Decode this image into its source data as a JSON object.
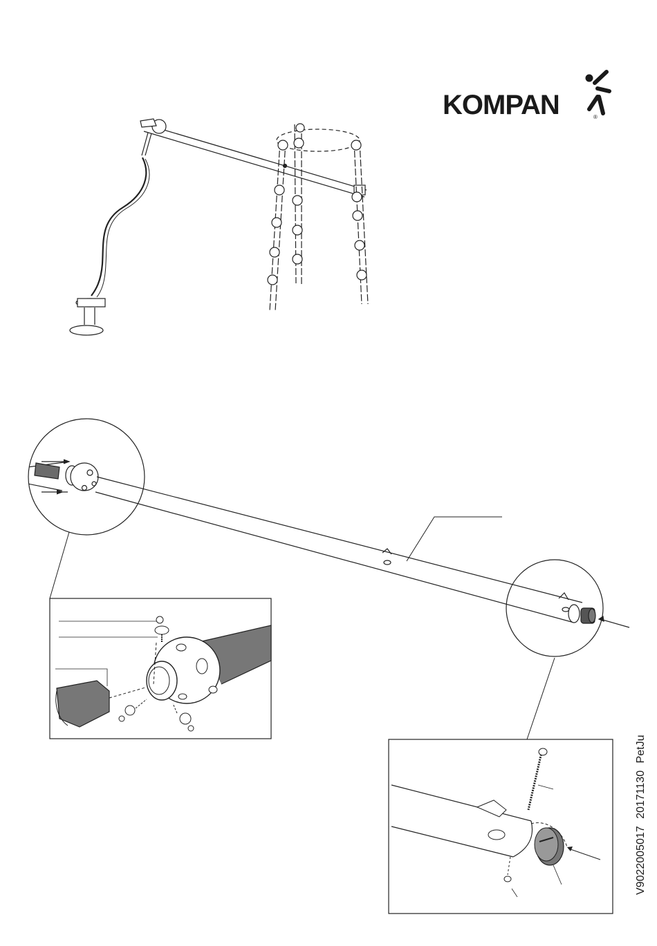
{
  "brand": {
    "name": "KOMPAN"
  },
  "document": {
    "code": "V9022005017",
    "date": "20171130",
    "author": "PetJu"
  },
  "icons": {
    "logo": "kompan-logo-figure",
    "arrow": "insert-arrow-icon"
  }
}
